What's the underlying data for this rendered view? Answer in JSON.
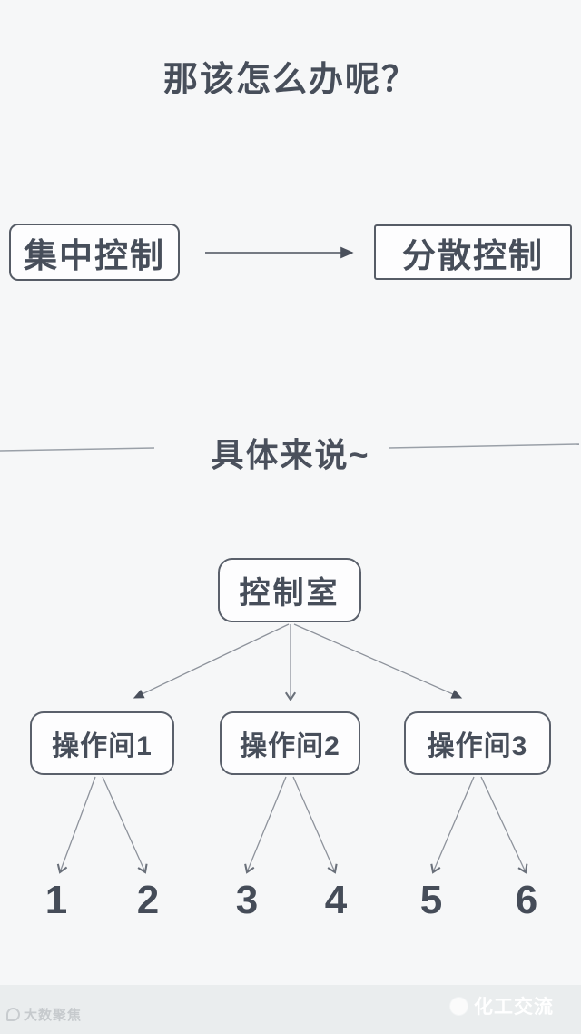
{
  "title": "那该怎么办呢？",
  "flow": {
    "from_label": "集中控制",
    "to_label": "分散控制"
  },
  "divider": {
    "label": "具体来说~"
  },
  "tree": {
    "root_label": "控制室",
    "children": [
      {
        "label": "操作间1",
        "leaves": [
          "1",
          "2"
        ]
      },
      {
        "label": "操作间2",
        "leaves": [
          "3",
          "4"
        ]
      },
      {
        "label": "操作间3",
        "leaves": [
          "5",
          "6"
        ]
      }
    ]
  },
  "watermarks": {
    "left": "大数聚焦",
    "right": "化工交流"
  },
  "colors": {
    "background": "#f6f7f8",
    "text": "#474e5a",
    "box_border": "#565c66",
    "line": "#8d929b",
    "bottom_strip": "#eaedee"
  }
}
